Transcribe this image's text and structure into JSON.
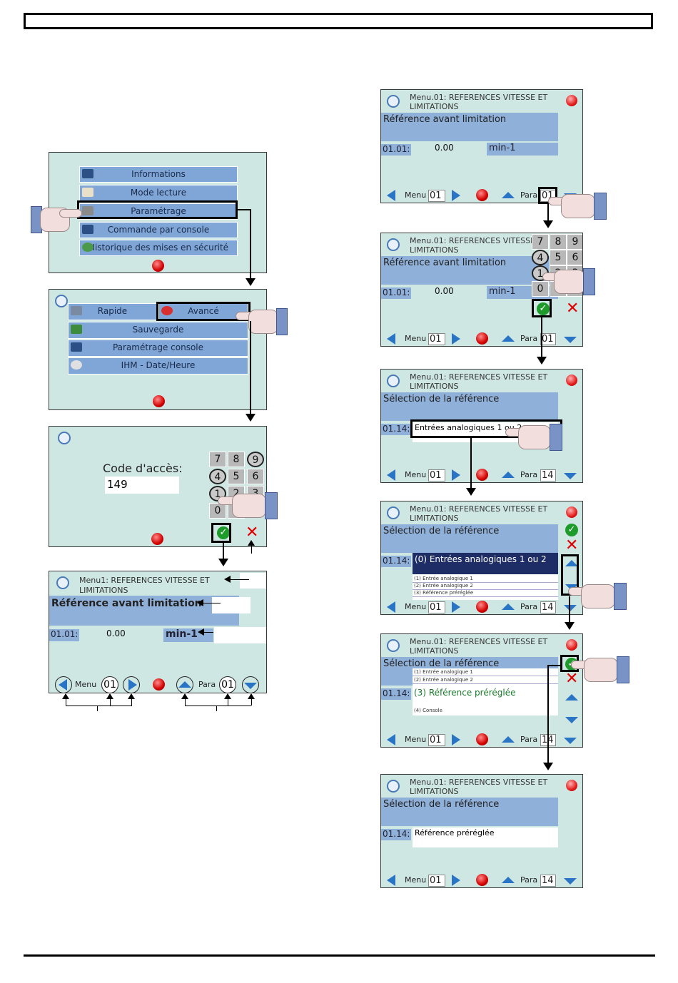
{
  "menu_principal": {
    "items": [
      "Informations",
      "Mode lecture",
      "Paramétrage",
      "Commande par console",
      "Historique des mises en sécurité"
    ]
  },
  "menu_parametrage": {
    "items": [
      "Rapide",
      "Avancé",
      "Sauvegarde",
      "Paramétrage console",
      "IHM - Date/Heure"
    ]
  },
  "code_acces": {
    "label": "Code d'accès:",
    "value": "149",
    "keys": [
      "7",
      "8",
      "9",
      "4",
      "5",
      "6",
      "1",
      "2",
      "3",
      "0"
    ]
  },
  "menu01_detail": {
    "title_line1": "Menu1: REFERENCES VITESSE ET",
    "title_line2": "LIMITATIONS",
    "param_name": "Référence avant limitation",
    "param_code": "01.01:",
    "param_value": "0.00",
    "param_unit": "min-1",
    "menu_label": "Menu",
    "menu_number": "01",
    "para_label": "Para",
    "para_number": "01"
  },
  "menu01_screen": {
    "title_line1": "Menu.01: REFERENCES VITESSE ET",
    "title_line2": "LIMITATIONS",
    "param_name": "Référence avant limitation",
    "param_code": "01.01:",
    "param_value": "0.00",
    "param_unit": "min-1",
    "menu_label": "Menu",
    "menu_number": "01",
    "para_label": "Para",
    "para_number": "01"
  },
  "menu01_keypad": {
    "keys": [
      "7",
      "8",
      "9",
      "4",
      "5",
      "6",
      "1",
      "2",
      "3",
      "0",
      "",
      ""
    ]
  },
  "menu14_screen": {
    "param_name": "Sélection de la référence",
    "param_code": "01.14:",
    "param_value": "Entrées analogiques 1 ou 2",
    "para_number": "14"
  },
  "menu14_list": {
    "selected": "(0) Entrées analogiques 1 ou 2",
    "rows": [
      "(1) Entrée analogique 1",
      "(2) Entrée analogique 2",
      "(3) Référence préréglée"
    ]
  },
  "menu14_list2": {
    "rows": [
      "(1) Entrée analogique 1",
      "(2) Entrée analogique 2"
    ],
    "selected": "(3) Référence préréglée",
    "after": "(4) Console"
  },
  "menu14_final": {
    "param_value": "Référence préréglée"
  }
}
